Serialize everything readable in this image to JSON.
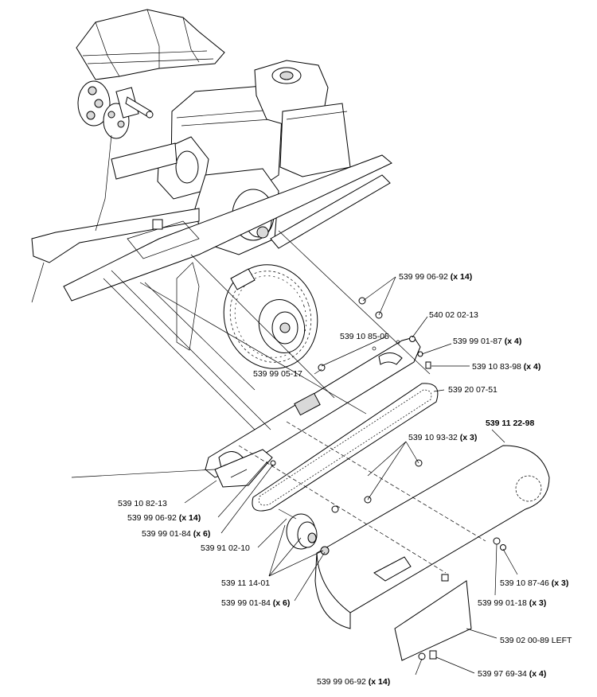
{
  "callouts": [
    {
      "num": "539 99 06-92",
      "qty": " (x 14)"
    },
    {
      "num": "540 02 02-13",
      "qty": ""
    },
    {
      "num": "539 99 01-87",
      "qty": " (x 4)"
    },
    {
      "num": "539 10 85-05",
      "qty": ""
    },
    {
      "num": "539 10 83-98",
      "qty": " (x 4)"
    },
    {
      "num": "539 99 05-17",
      "qty": ""
    },
    {
      "num": "539 20 07-51",
      "qty": ""
    },
    {
      "num": "539 11 22-98",
      "qty": ""
    },
    {
      "num": "539 10 93-32",
      "qty": " (x 3)"
    },
    {
      "num": "539 10 82-13",
      "qty": ""
    },
    {
      "num": "539 99 06-92",
      "qty": " (x 14)"
    },
    {
      "num": "539 99 01-84",
      "qty": " (x 6)"
    },
    {
      "num": "539 91 02-10",
      "qty": ""
    },
    {
      "num": "539 11 14-01",
      "qty": ""
    },
    {
      "num": "539 10 87-46",
      "qty": " (x 3)"
    },
    {
      "num": "539 99 01-84",
      "qty": " (x 6)"
    },
    {
      "num": "539 99 01-18",
      "qty": " (x 3)"
    },
    {
      "num": "539 02 00-89 LEFT",
      "qty": ""
    },
    {
      "num": "539 97 69-34",
      "qty": " (x 4)"
    },
    {
      "num": "539 99 06-92",
      "qty": " (x 14)"
    }
  ]
}
